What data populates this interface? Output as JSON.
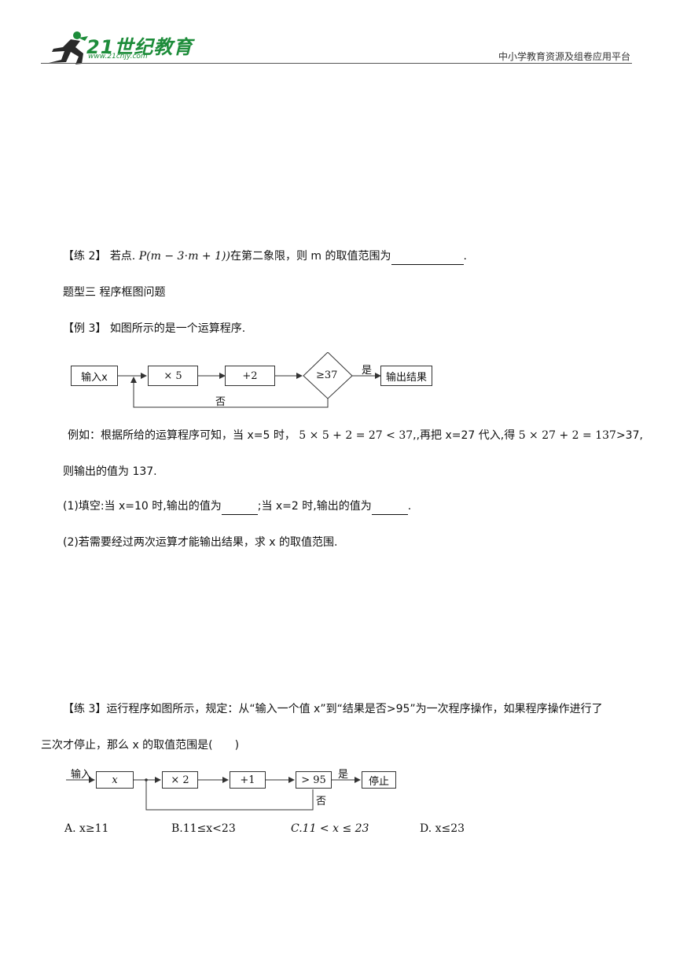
{
  "header": {
    "logo_text": "21世纪教育",
    "logo_url": "www.21cnjy.com",
    "right_text": "中小学教育资源及组卷应用平台"
  },
  "practice2": {
    "label": "【练 2】",
    "text_before": "若点.",
    "point": "P(m − 3⋅m + 1))",
    "text_after": "在第二象限，则 m 的取值范围为",
    "end": "."
  },
  "section3": {
    "title": "题型三  程序框图问题"
  },
  "example3": {
    "label": "【例 3】",
    "text": "如图所示的是一个运算程序.",
    "flow": {
      "input": "输入x",
      "times5": "× 5",
      "plus2": "+2",
      "cond": "≥37",
      "yes": "是",
      "output": "输出结果",
      "no": "否"
    },
    "explain_1": "例如：根据所给的运算程序可知，当 x=5 时，",
    "explain_math1": "5 × 5 + 2 = 27 < 37",
    "explain_2": ",,再把 x=27 代入,得",
    "explain_math2": "5 × 27 + 2 = 137",
    "explain_3": ">37,",
    "explain_line2": "则输出的值为 137.",
    "q1_a": "(1)填空:当 x=10 时,输出的值为",
    "q1_b": ";当 x=2 时,输出的值为",
    "q1_end": ".",
    "q2": "(2)若需要经过两次运算才能输出结果，求 x 的取值范围."
  },
  "practice3": {
    "line1": "【练 3】运行程序如图所示，规定：从“输入一个值 x”到“结果是否>95”为一次程序操作，如果程序操作进行了",
    "line2": "三次才停止，那么 x 的取值范围是(　　)",
    "flow": {
      "input_label": "输入",
      "x": "x",
      "times2": "× 2",
      "plus1": "+1",
      "cond": "> 95",
      "yes": "是",
      "stop": "停止",
      "no": "否"
    },
    "options": {
      "A": "A.  x≥11",
      "B": "B.11≤x<23",
      "C": "C.11 < x ≤ 23",
      "D": "D.  x≤23"
    }
  }
}
